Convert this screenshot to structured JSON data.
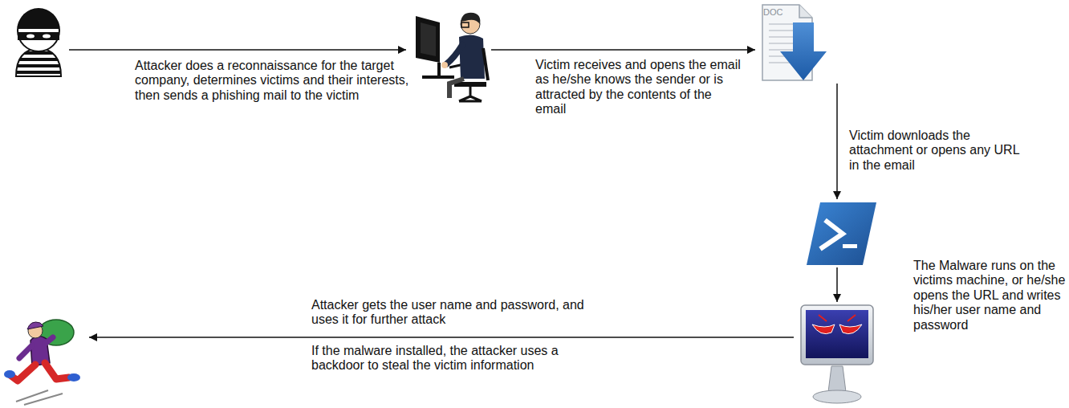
{
  "diagram": {
    "nodes": [
      {
        "text": []
      },
      {
        "text": []
      },
      {
        "text": [
          "DOC"
        ]
      },
      {
        "text": []
      },
      {
        "text": []
      },
      {
        "text": []
      }
    ],
    "edges": [
      {
        "from": 0,
        "to": 1,
        "arrow": "to",
        "label": "Attacker does a reconnaissance for the target company, determines victims and their interests, then sends a phishing mail to the victim"
      },
      {
        "from": 1,
        "to": 2,
        "arrow": "to",
        "label": "Victim receives and opens the email as he/she knows the sender or is attracted by the contents of the email"
      },
      {
        "from": 2,
        "to": 3,
        "arrow": "to",
        "label": "Victim downloads the attachment or opens any URL in the email"
      },
      {
        "from": 3,
        "to": 4,
        "arrow": "to",
        "label": "The Malware runs on the victims machine, or he/she opens the URL and writes his/her user name and password"
      },
      {
        "from": 4,
        "to": 5,
        "arrow": "to",
        "label": "Attacker gets the user name and password, and uses it for further attack"
      }
    ],
    "labels": [
      "If the malware installed, the attacker uses a backdoor to steal the victim information"
    ]
  }
}
